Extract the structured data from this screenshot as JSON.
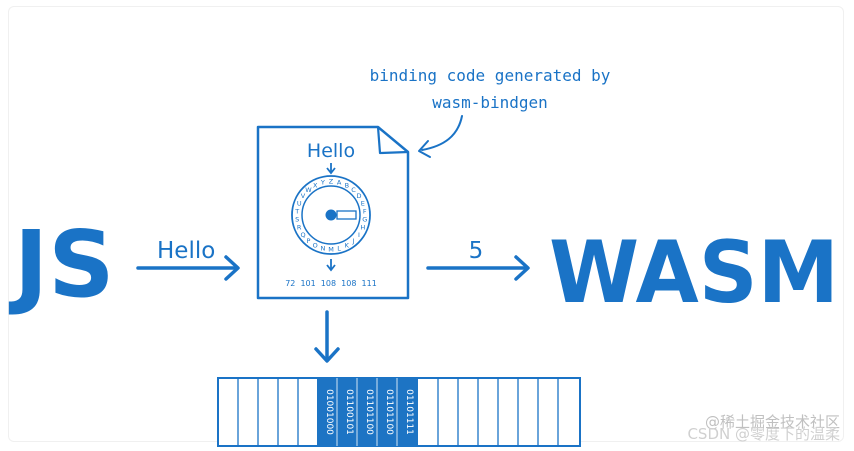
{
  "diagram": {
    "js_label": "JS",
    "wasm_label": "WASM",
    "arrow_in_label": "Hello",
    "arrow_out_label": "5",
    "annotation_line1": "binding code generated by",
    "annotation_line2": "wasm-bindgen",
    "doc_title": "Hello",
    "doc_codes": "72  101  108  108  111",
    "wheel_letters": [
      "Z",
      "A",
      "B",
      "C",
      "D",
      "E",
      "F",
      "G",
      "H",
      "I",
      "J",
      "K",
      "L",
      "M",
      "N",
      "O",
      "P",
      "Q",
      "R",
      "S",
      "T",
      "U",
      "V",
      "W",
      "X",
      "Y"
    ],
    "memory_bytes": [
      "01001000",
      "01100101",
      "01101100",
      "01101100",
      "01101111"
    ]
  },
  "watermark": {
    "line1": "@稀土掘金技术社区",
    "line2": "CSDN @零度下的温柔"
  },
  "colors": {
    "accent": "#1a73c6",
    "fill": "#1d74c4",
    "white": "#ffffff"
  }
}
